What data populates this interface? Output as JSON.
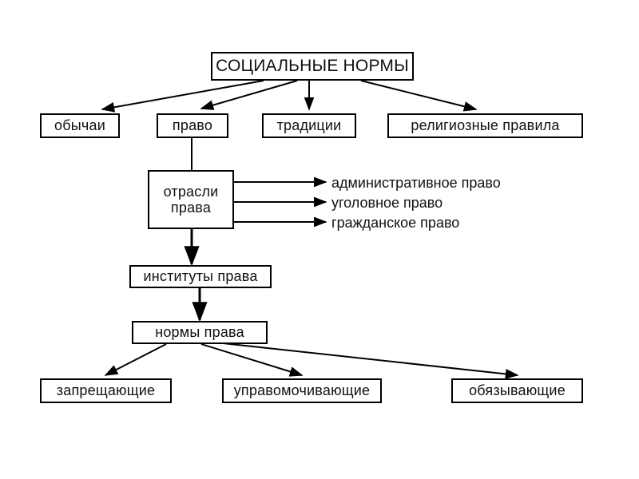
{
  "diagram": {
    "title_node": {
      "id": "social-norms",
      "label": "СОЦИАЛЬНЫЕ НОРМЫ"
    },
    "norm_types": [
      {
        "id": "customs",
        "label": "обычаи"
      },
      {
        "id": "law",
        "label": "право"
      },
      {
        "id": "traditions",
        "label": "традиции"
      },
      {
        "id": "religious-rules",
        "label": "религиозные правила"
      }
    ],
    "law_chain": [
      {
        "id": "branches-of-law",
        "label": "отрасли\nправа"
      },
      {
        "id": "institutes-of-law",
        "label": "институты права"
      },
      {
        "id": "norms-of-law",
        "label": "нормы права"
      }
    ],
    "law_branches": [
      {
        "id": "administrative-law",
        "label": "административное право"
      },
      {
        "id": "criminal-law",
        "label": "уголовное право"
      },
      {
        "id": "civil-law",
        "label": "гражданское право"
      }
    ],
    "norm_kinds": [
      {
        "id": "prohibiting",
        "label": "запрещающие"
      },
      {
        "id": "empowering",
        "label": "управомочивающие"
      },
      {
        "id": "obligating",
        "label": "обязывающие"
      }
    ],
    "colors": {
      "stroke": "#000000",
      "text": "#111111",
      "background": "#ffffff"
    }
  }
}
